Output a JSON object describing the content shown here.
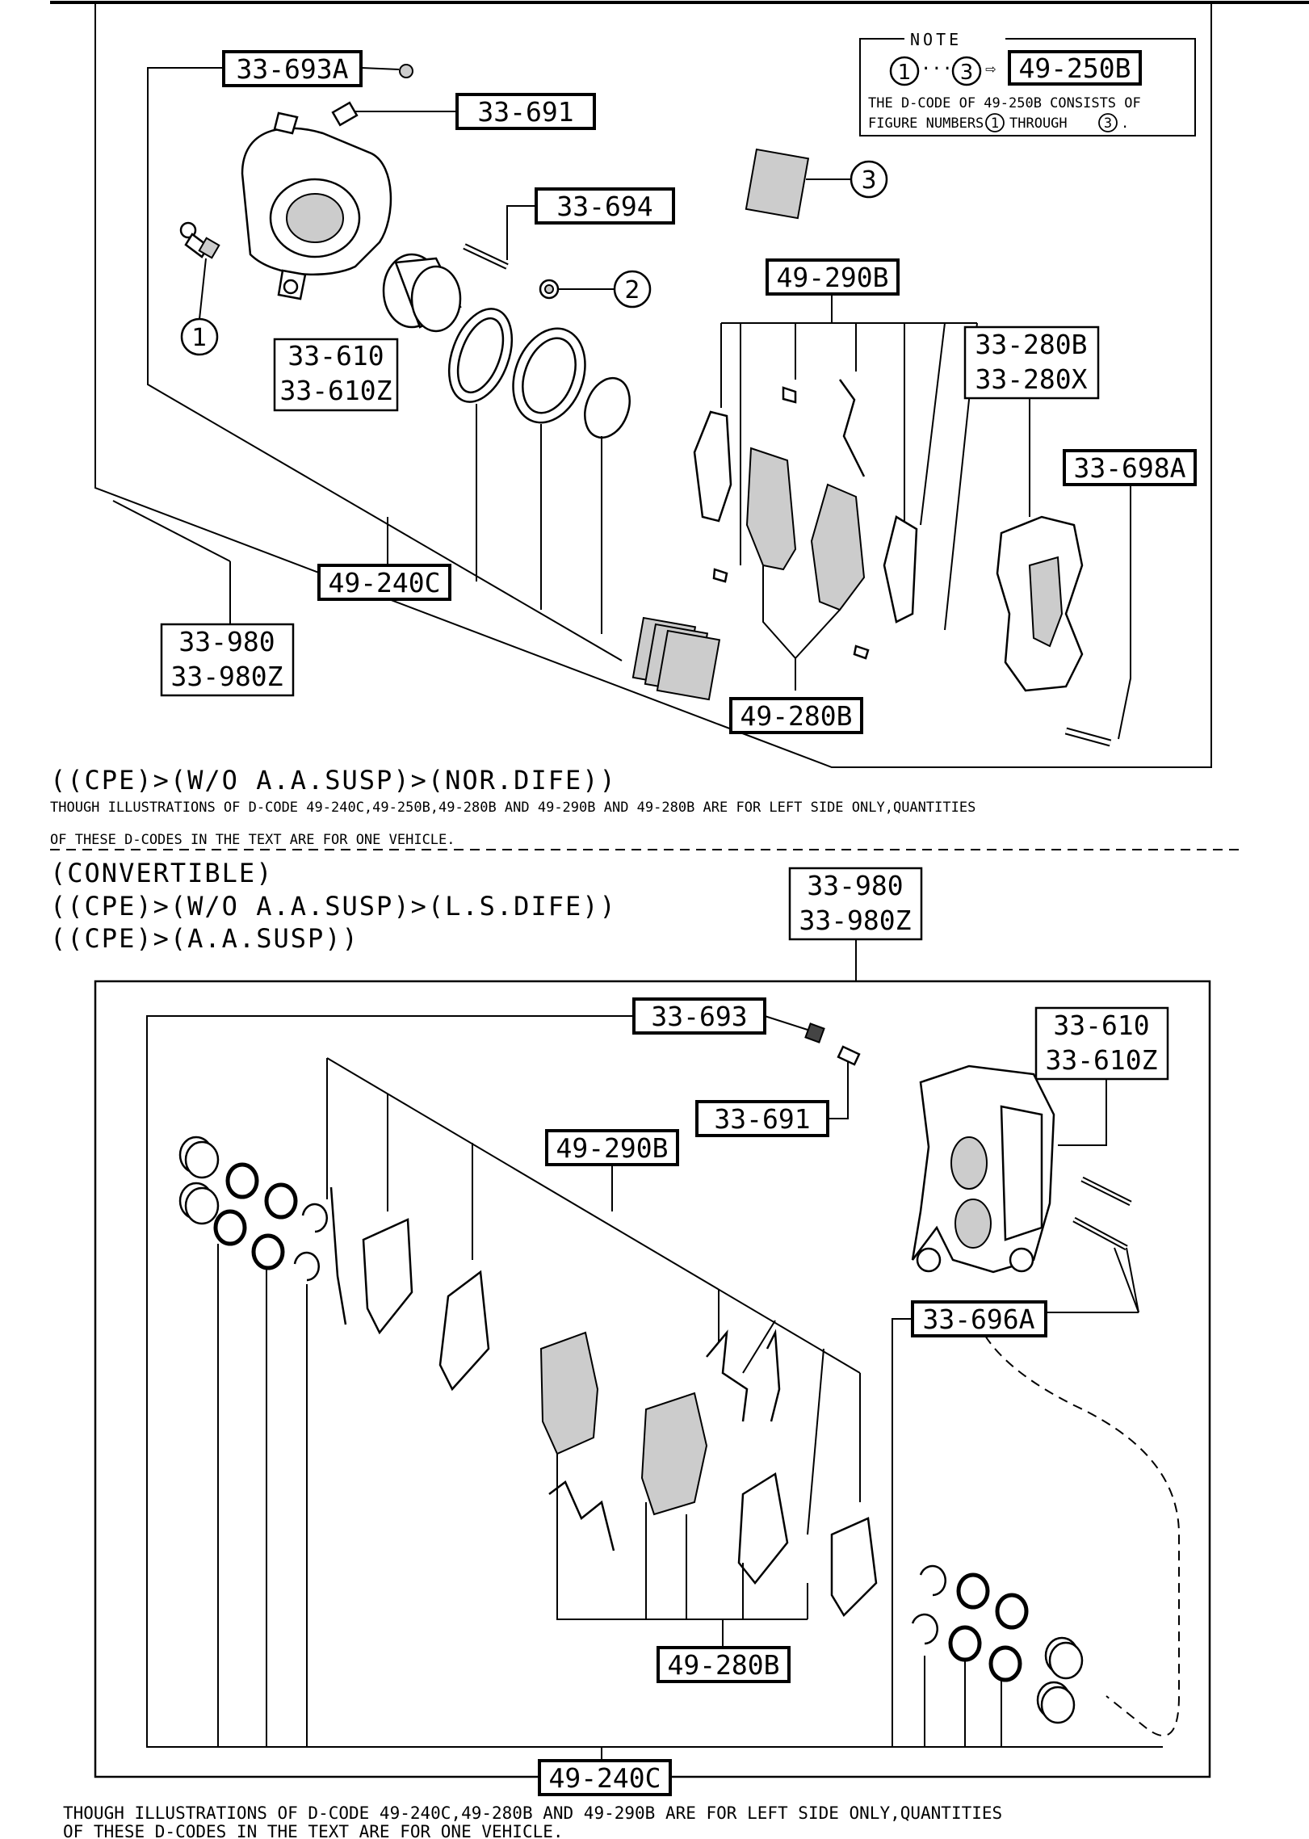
{
  "top_section": {
    "labels": {
      "l_33_693A": "33-693A",
      "l_33_691": "33-691",
      "l_33_694": "33-694",
      "l_33_610": "33-610",
      "l_33_610Z": "33-610Z",
      "l_49_290B": "49-290B",
      "l_33_280B": "33-280B",
      "l_33_280X": "33-280X",
      "l_33_698A": "33-698A",
      "l_49_240C": "49-240C",
      "l_33_980": "33-980",
      "l_33_980Z": "33-980Z",
      "l_49_280B": "49-280B"
    },
    "callouts": {
      "c1": "1",
      "c2": "2",
      "c3": "3"
    },
    "note": {
      "title": "NOTE",
      "range_start": "1",
      "range_dots": "···",
      "range_end": "3",
      "arrow": "⇨",
      "code": "49-250B",
      "line1": "THE D-CODE OF 49-250B CONSISTS OF",
      "line2_a": "FIGURE NUMBERS",
      "line2_b": "THROUGH",
      "n1": "1",
      "n3": "3",
      "period": "."
    },
    "condition": "((CPE)>(W/O A.A.SUSP)>(NOR.DIFE))",
    "footnote_line1": "THOUGH ILLUSTRATIONS OF D-CODE 49-240C,49-250B,49-280B AND 49-290B AND 49-280B ARE FOR LEFT SIDE ONLY,QUANTITIES",
    "footnote_line2": "OF THESE D-CODES IN THE TEXT ARE FOR ONE VEHICLE."
  },
  "bottom_section": {
    "conditions": {
      "line1": "(CONVERTIBLE)",
      "line2": "((CPE)>(W/O A.A.SUSP)>(L.S.DIFE))",
      "line3": "((CPE)>(A.A.SUSP))"
    },
    "labels": {
      "l_33_980": "33-980",
      "l_33_980Z": "33-980Z",
      "l_33_693": "33-693",
      "l_33_691": "33-691",
      "l_33_610": "33-610",
      "l_33_610Z": "33-610Z",
      "l_49_290B": "49-290B",
      "l_33_696A": "33-696A",
      "l_49_280B": "49-280B",
      "l_49_240C": "49-240C"
    },
    "footnote_line1": "THOUGH ILLUSTRATIONS OF D-CODE 49-240C,49-280B AND 49-290B ARE FOR LEFT SIDE ONLY,QUANTITIES",
    "footnote_line2": "OF THESE D-CODES IN THE TEXT ARE FOR ONE VEHICLE."
  }
}
